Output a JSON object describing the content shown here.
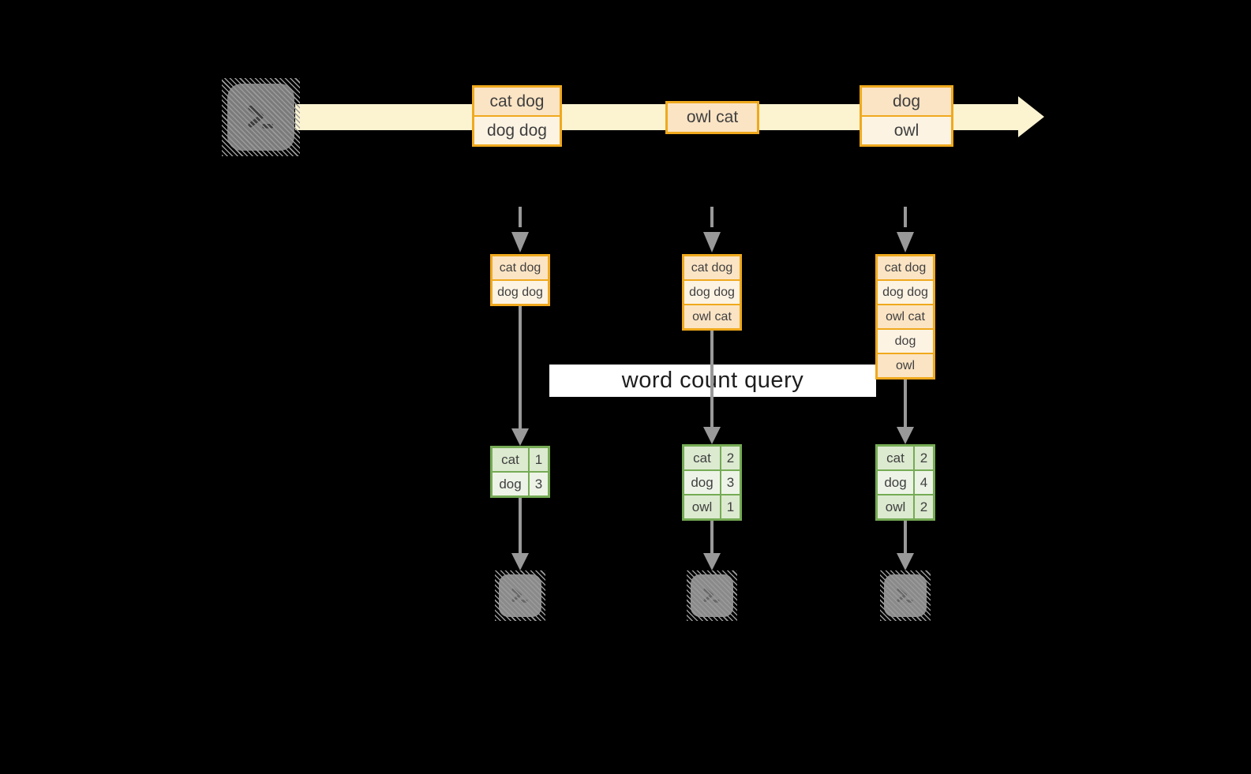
{
  "query_label": "word count query",
  "colors": {
    "background": "#000000",
    "stream_band": "#fcf3d1",
    "orange_border": "#efa91d",
    "peach_fill": "#fbe4c4",
    "cream_fill": "#fdf3e3",
    "green_border": "#76ab55",
    "green_fill_dark": "#dcead0",
    "green_fill_light": "#edf4e7",
    "arrow_gray": "#999999",
    "terminal_gray": "#7b7b7b"
  },
  "stream": {
    "source_icon": "terminal-icon",
    "batches": [
      {
        "lines": [
          "cat dog",
          "dog dog"
        ]
      },
      {
        "lines": [
          "owl cat"
        ]
      },
      {
        "lines": [
          "dog",
          "owl"
        ]
      }
    ]
  },
  "columns": [
    {
      "input": {
        "lines": [
          "cat dog",
          "dog dog"
        ]
      },
      "result": {
        "rows": [
          {
            "word": "cat",
            "count": "1"
          },
          {
            "word": "dog",
            "count": "3"
          }
        ]
      },
      "sink_icon": "terminal-icon"
    },
    {
      "input": {
        "lines": [
          "cat dog",
          "dog dog",
          "owl cat"
        ]
      },
      "result": {
        "rows": [
          {
            "word": "cat",
            "count": "2"
          },
          {
            "word": "dog",
            "count": "3"
          },
          {
            "word": "owl",
            "count": "1"
          }
        ]
      },
      "sink_icon": "terminal-icon"
    },
    {
      "input": {
        "lines": [
          "cat dog",
          "dog dog",
          "owl cat",
          "dog",
          "owl"
        ]
      },
      "result": {
        "rows": [
          {
            "word": "cat",
            "count": "2"
          },
          {
            "word": "dog",
            "count": "4"
          },
          {
            "word": "owl",
            "count": "2"
          }
        ]
      },
      "sink_icon": "terminal-icon"
    }
  ]
}
